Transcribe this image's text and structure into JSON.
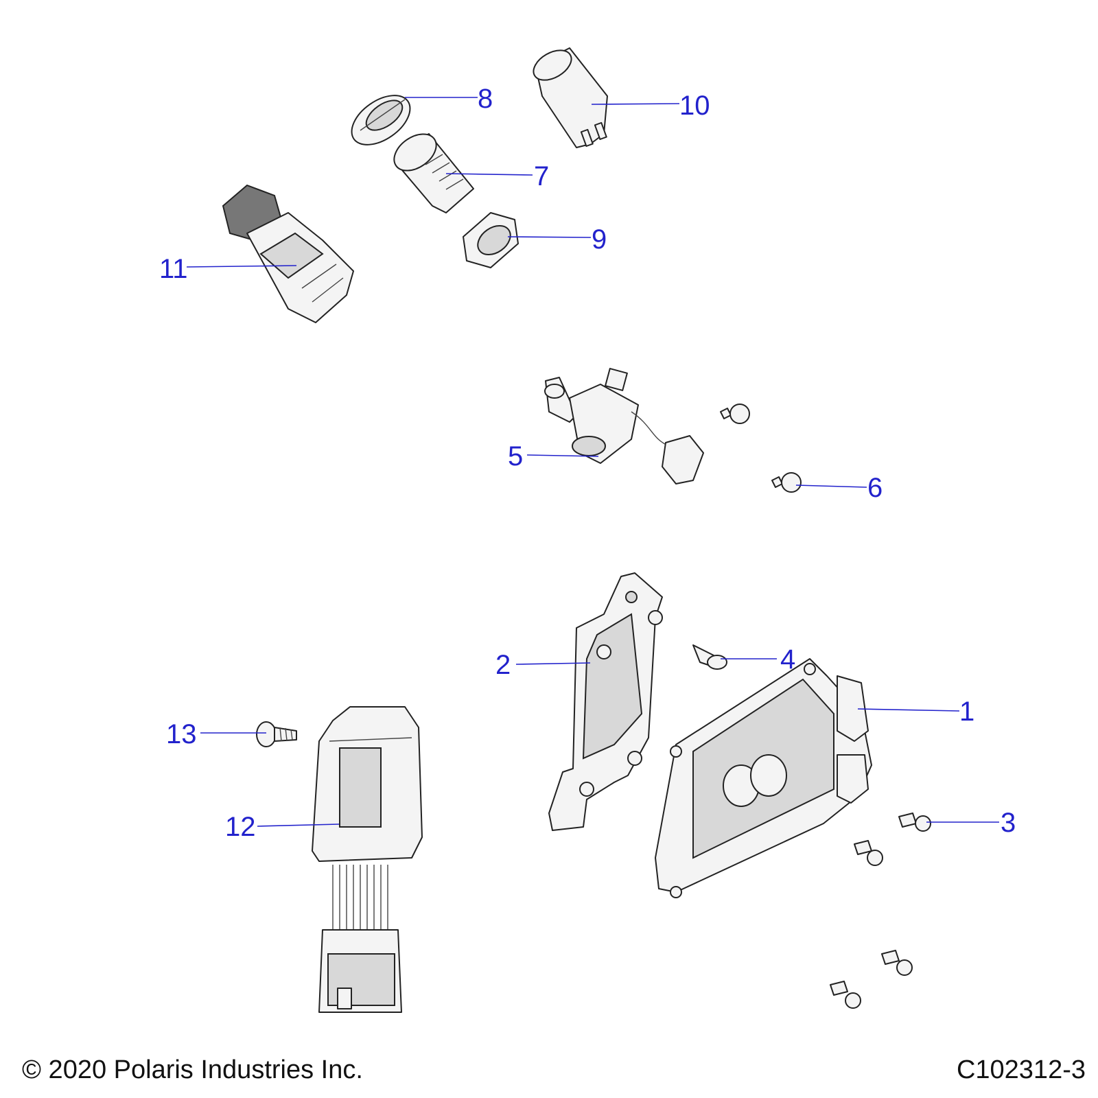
{
  "callouts": [
    {
      "id": "1",
      "label": "1"
    },
    {
      "id": "2",
      "label": "2"
    },
    {
      "id": "3",
      "label": "3"
    },
    {
      "id": "4",
      "label": "4"
    },
    {
      "id": "5",
      "label": "5"
    },
    {
      "id": "6",
      "label": "6"
    },
    {
      "id": "7",
      "label": "7"
    },
    {
      "id": "8",
      "label": "8"
    },
    {
      "id": "9",
      "label": "9"
    },
    {
      "id": "10",
      "label": "10"
    },
    {
      "id": "11",
      "label": "11"
    },
    {
      "id": "12",
      "label": "12"
    },
    {
      "id": "13",
      "label": "13"
    }
  ],
  "footer": {
    "copyright": "© 2020 Polaris Industries Inc.",
    "diagram_id": "C102312-3"
  },
  "colors": {
    "callout": "#2222cc",
    "outline": "#222222"
  }
}
